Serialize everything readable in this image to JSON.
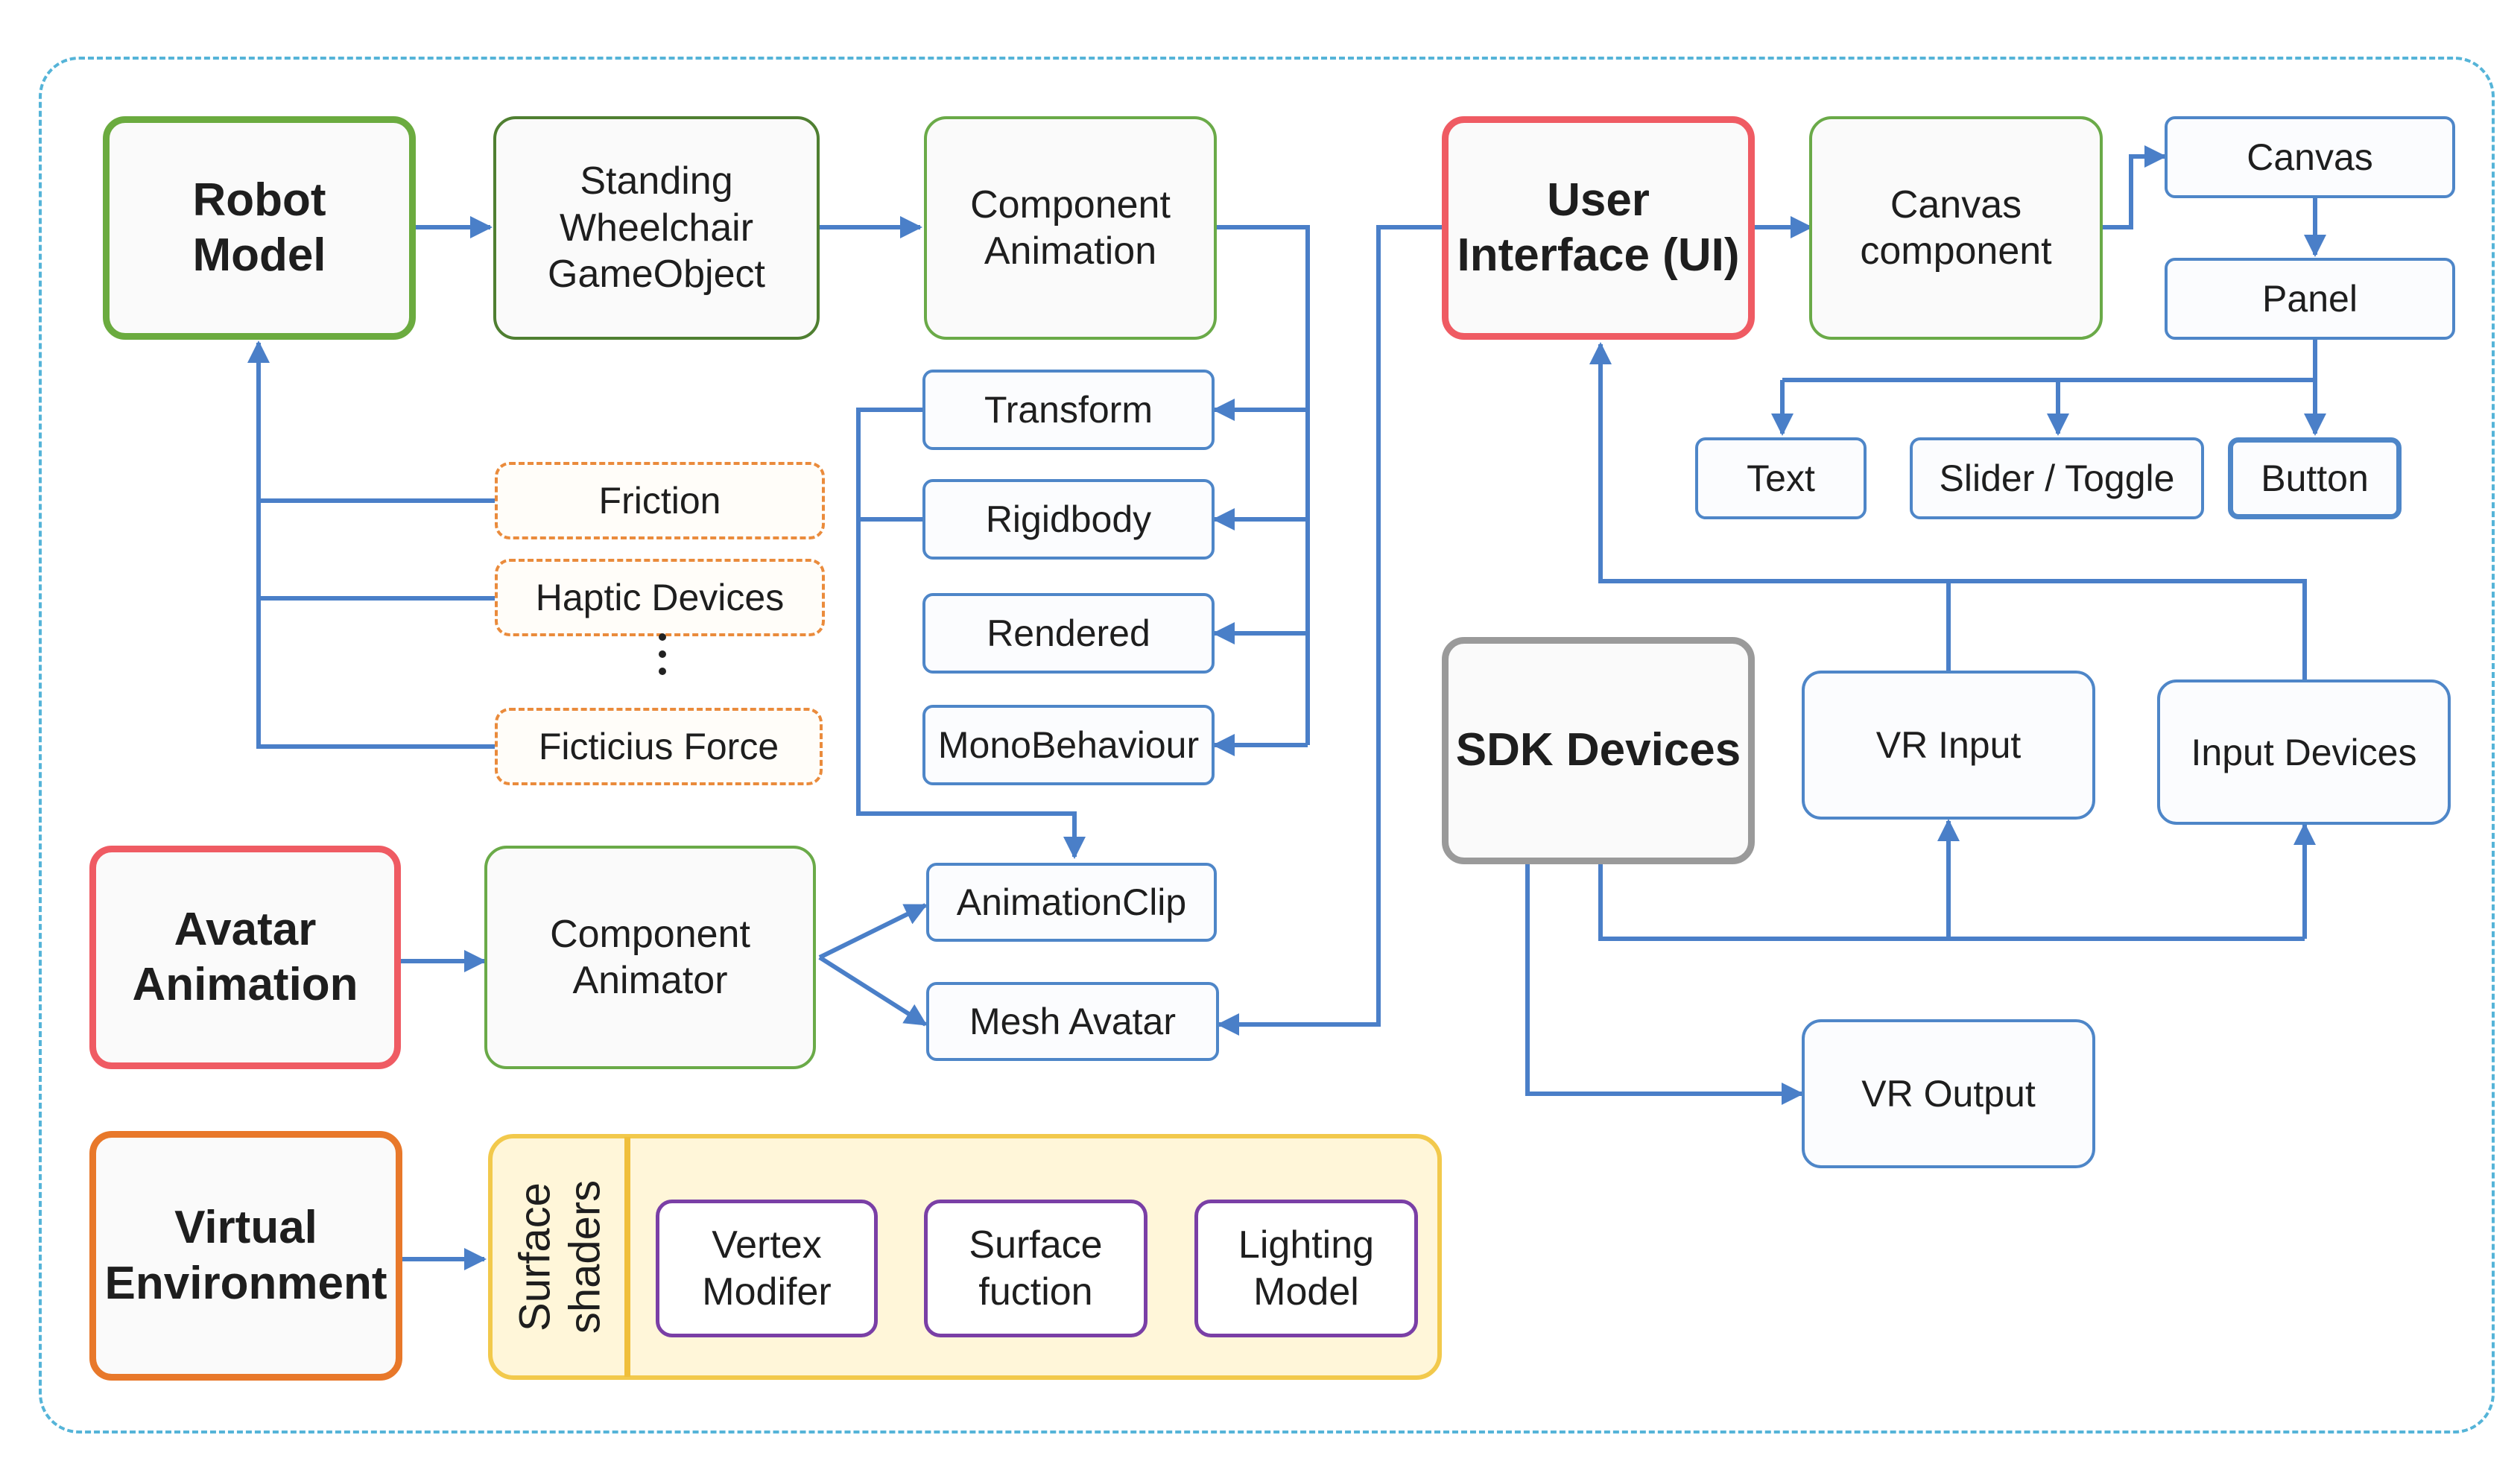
{
  "colors": {
    "connector": "#4a7fc8",
    "frame": "#55b4d8",
    "robot_border": "#6bab3f",
    "ui_border": "#ef5b63",
    "environment_border": "#e8782a",
    "sdk_border": "#9a9a9a",
    "shader_panel": "#fff6d9",
    "shader_border": "#f2c94c",
    "shader_item_border": "#7a3fa6",
    "dashed_border": "#ea8b3c"
  },
  "robot": {
    "title": "Robot\nModel",
    "wheelchair": "Standing\nWheelchair\nGameObject",
    "component_animation": "Component\nAnimation",
    "friction": "Friction",
    "haptic_devices": "Haptic Devices",
    "ficticius_force": "Ficticius Force"
  },
  "components": {
    "transform": "Transform",
    "rigidbody": "Rigidbody",
    "rendered": "Rendered",
    "monobehaviour": "MonoBehaviour",
    "animation_clip": "AnimationClip",
    "mesh_avatar": "Mesh Avatar"
  },
  "avatar": {
    "title": "Avatar\nAnimation",
    "component_animator": "Component\nAnimator"
  },
  "environment": {
    "title": "Virtual\nEnvironment",
    "shader_label": "Surface\nshaders",
    "vertex_modifier": "Vertex\nModifer",
    "surface_function": "Surface\nfuction",
    "lighting_model": "Lighting\nModel"
  },
  "ui": {
    "title": "User\nInterface (UI)",
    "canvas_component": "Canvas\ncomponent",
    "canvas": "Canvas",
    "panel": "Panel",
    "text": "Text",
    "slider_toggle": "Slider / Toggle",
    "button": "Button"
  },
  "sdk": {
    "title": "SDK Devices",
    "vr_input": "VR Input",
    "input_devices": "Input Devices",
    "vr_output": "VR Output"
  }
}
